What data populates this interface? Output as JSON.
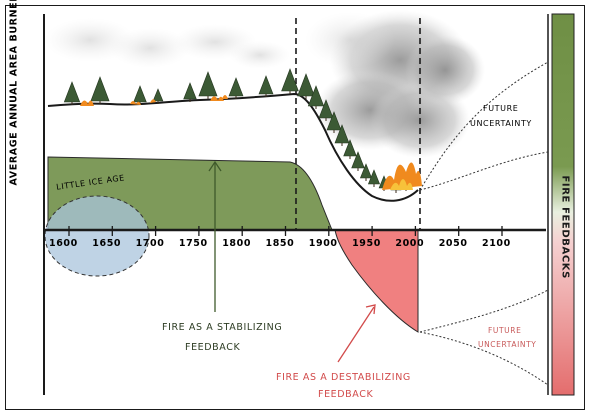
{
  "diagram": {
    "y_axis_label": "AVERAGE ANNUAL AREA BURNED",
    "side_label": "FIRE FEEDBACKS",
    "little_ice_age": "LITTLE ICE AGE",
    "future_uncertainty_top": [
      "FUTURE",
      "UNCERTAINTY"
    ],
    "future_uncertainty_bottom": [
      "FUTURE",
      "UNCERTAINTY"
    ],
    "stabilizing": [
      "FIRE AS A STABILIZING",
      "FEEDBACK"
    ],
    "destabilizing": [
      "FIRE AS A DESTABILIZING",
      "FEEDBACK"
    ],
    "years": [
      "1600",
      "1650",
      "1700",
      "1750",
      "1800",
      "1850",
      "1900",
      "1950",
      "2000",
      "2050",
      "2100"
    ],
    "colors": {
      "stabilizing_green": "#7e9a5a",
      "destabilizing_red": "#f08080",
      "little_ice_age_blue": "#a9c4dc",
      "side_bar_green": "#6f8f45",
      "side_bar_red": "#e46d6d",
      "smoke_gray": "#9a9a9a",
      "fire_orange": "#f08a1e"
    }
  }
}
